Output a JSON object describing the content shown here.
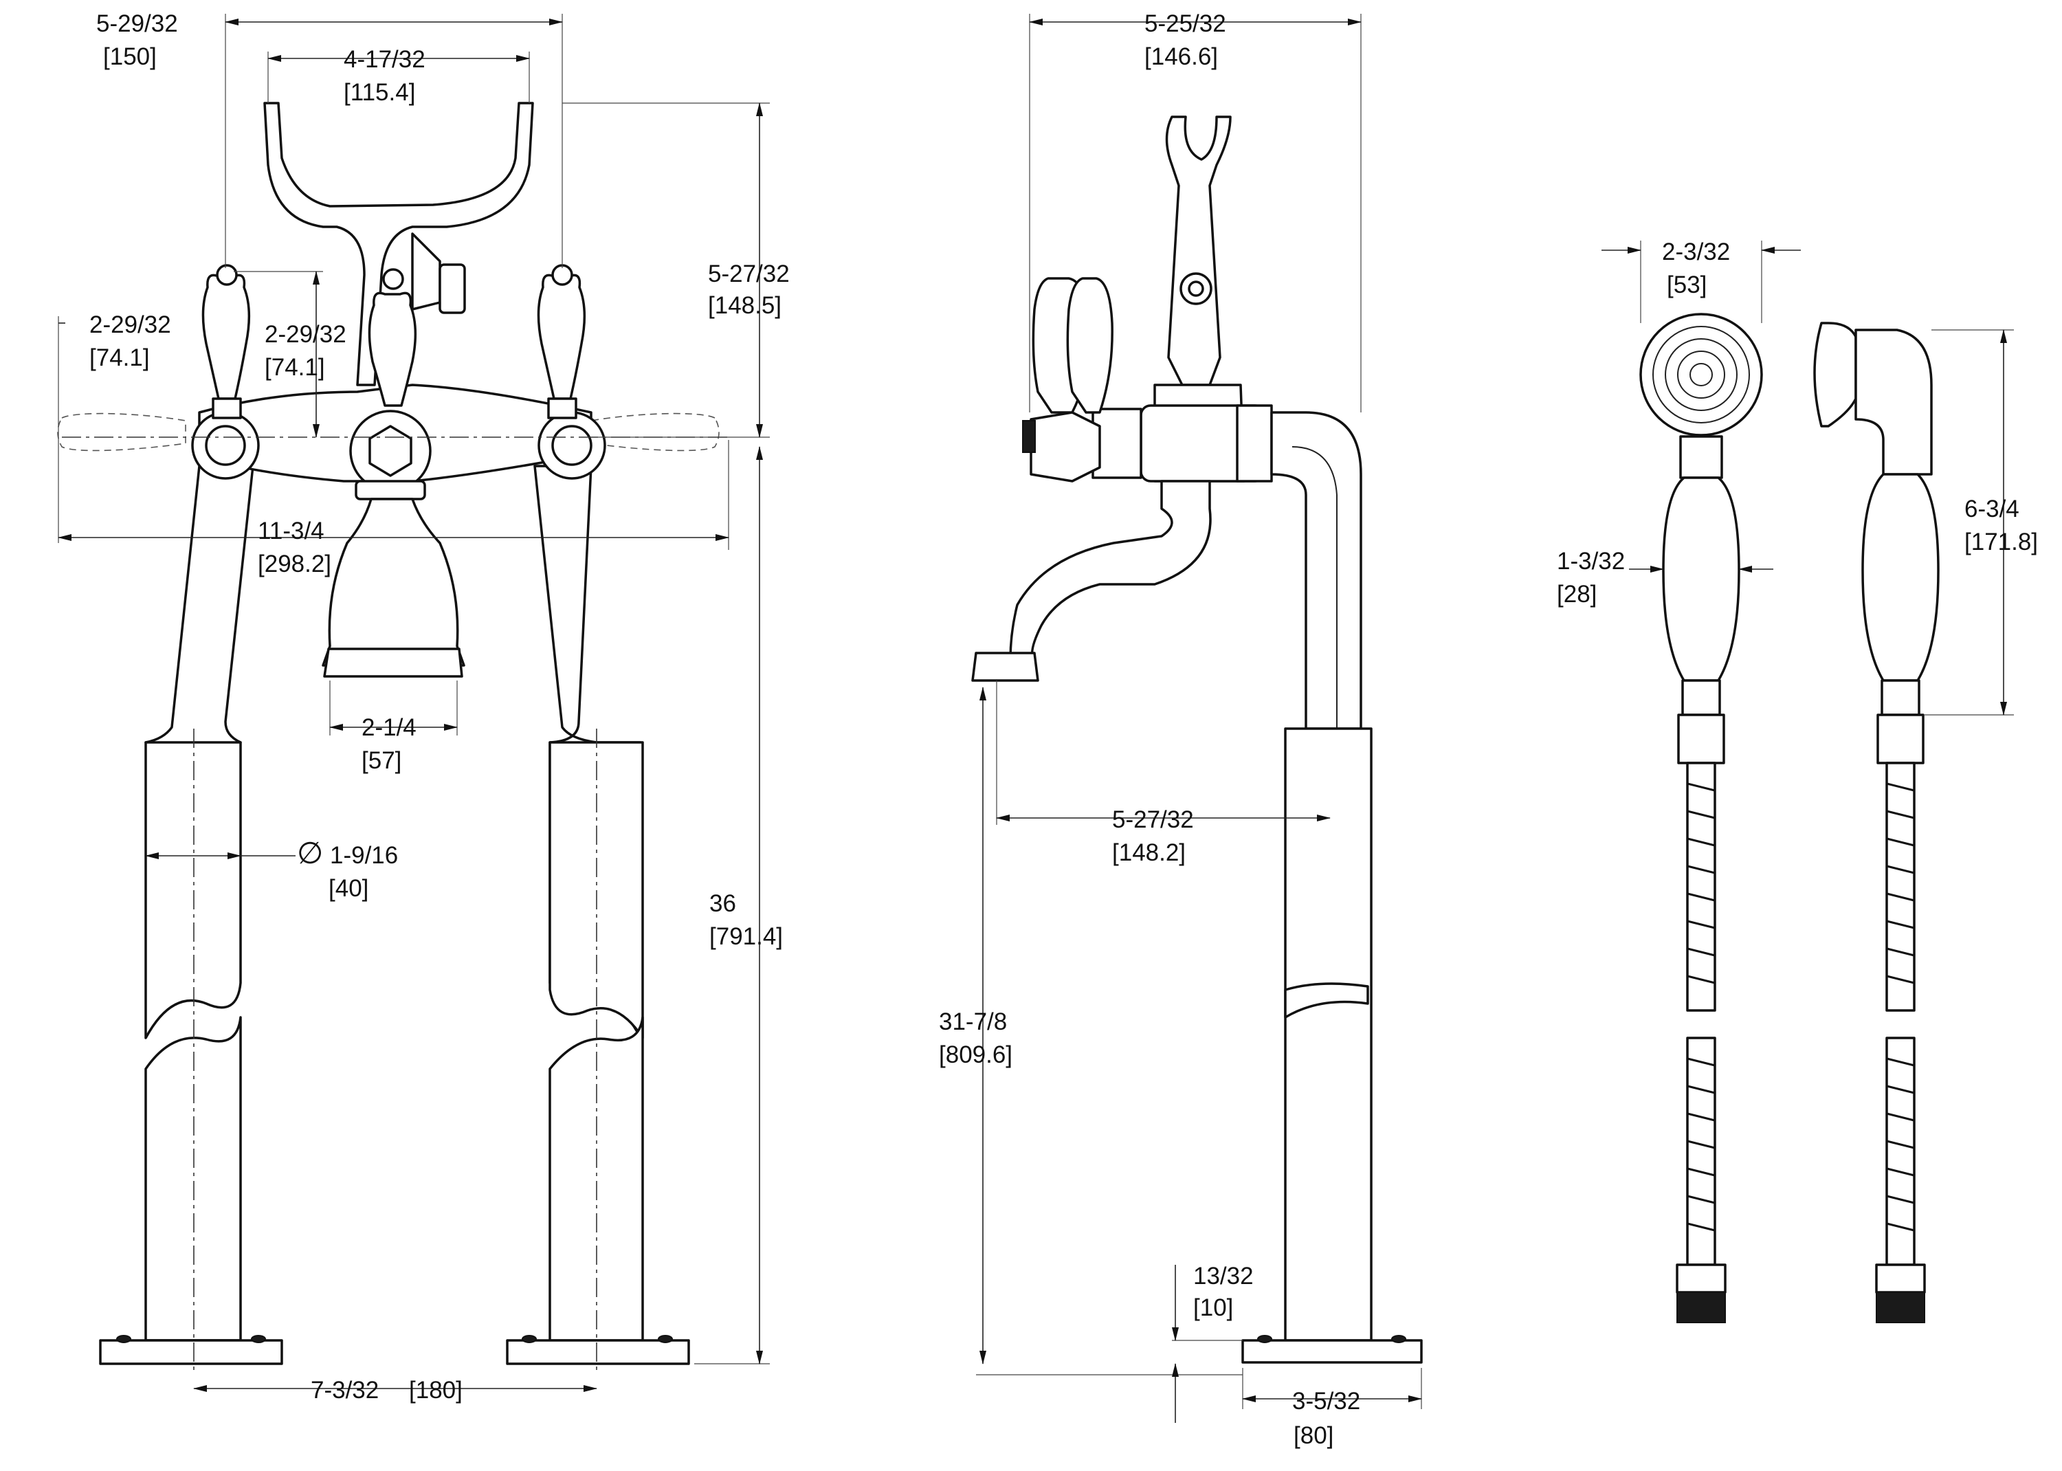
{
  "drawing": {
    "title": "",
    "views": [
      "front",
      "side",
      "handshower"
    ]
  },
  "dimensions": {
    "handle_spread_top": {
      "inch": "5-29/32",
      "mm": "[150]"
    },
    "cradle_width": {
      "inch": "4-17/32",
      "mm": "[115.4]"
    },
    "handle_height_left": {
      "inch": "2-29/32",
      "mm": "[74.1]"
    },
    "handle_height_center": {
      "inch": "2-29/32",
      "mm": "[74.1]"
    },
    "cradle_height": {
      "inch": "5-27/32",
      "mm": "[148.5]"
    },
    "overall_width": {
      "inch": "11-3/4",
      "mm": "[298.2]"
    },
    "spout_outlet": {
      "inch": "2-1/4",
      "mm": "[57]"
    },
    "leg_diameter": {
      "symbol": "∅",
      "inch": "1-9/16",
      "mm": "[40]"
    },
    "overall_height": {
      "inch": "36",
      "mm": "[791.4]"
    },
    "leg_centers": {
      "inch": "7-3/32",
      "mm": "[180]"
    },
    "side_width": {
      "inch": "5-25/32",
      "mm": "[146.6]"
    },
    "spout_reach": {
      "inch": "5-27/32",
      "mm": "[148.2]"
    },
    "spout_height": {
      "inch": "31-7/8",
      "mm": "[809.6]"
    },
    "base_thickness": {
      "inch": "13/32",
      "mm": "[10]"
    },
    "base_width": {
      "inch": "3-5/32",
      "mm": "[80]"
    },
    "shower_head_diameter": {
      "inch": "2-3/32",
      "mm": "[53]"
    },
    "handle_grip_diameter": {
      "inch": "1-3/32",
      "mm": "[28]"
    },
    "shower_handle_length": {
      "inch": "6-3/4",
      "mm": "[171.8]"
    }
  }
}
